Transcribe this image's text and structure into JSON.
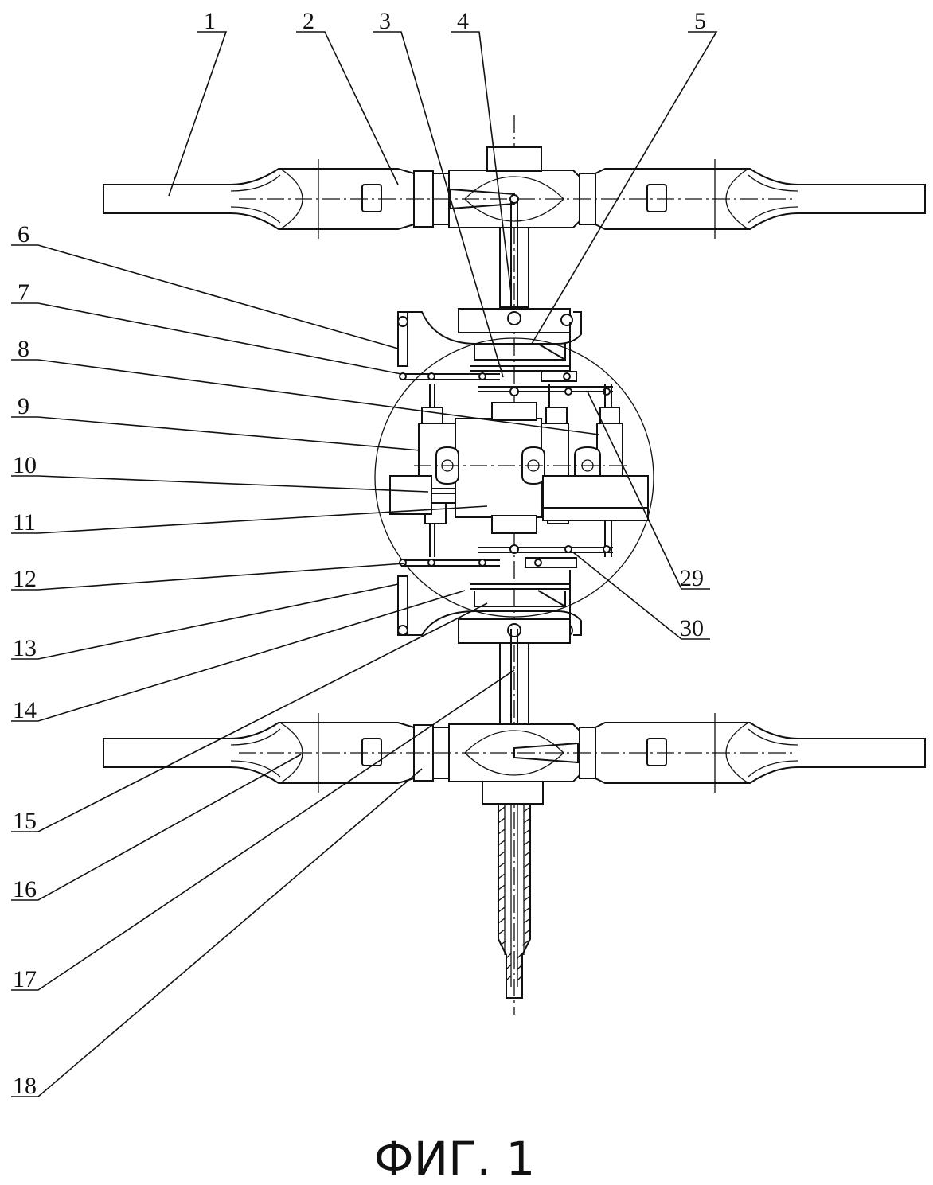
{
  "figure": {
    "caption": "ФИГ. 1"
  },
  "callouts": [
    {
      "id": "1",
      "text": "1"
    },
    {
      "id": "2",
      "text": "2"
    },
    {
      "id": "3",
      "text": "3"
    },
    {
      "id": "4",
      "text": "4"
    },
    {
      "id": "5",
      "text": "5"
    },
    {
      "id": "6",
      "text": "6"
    },
    {
      "id": "7",
      "text": "7"
    },
    {
      "id": "8",
      "text": "8"
    },
    {
      "id": "9",
      "text": "9"
    },
    {
      "id": "10",
      "text": "10"
    },
    {
      "id": "11",
      "text": "11"
    },
    {
      "id": "12",
      "text": "12"
    },
    {
      "id": "13",
      "text": "13"
    },
    {
      "id": "14",
      "text": "14"
    },
    {
      "id": "15",
      "text": "15"
    },
    {
      "id": "16",
      "text": "16"
    },
    {
      "id": "17",
      "text": "17"
    },
    {
      "id": "18",
      "text": "18"
    },
    {
      "id": "29",
      "text": "29"
    },
    {
      "id": "30",
      "text": "30"
    }
  ]
}
